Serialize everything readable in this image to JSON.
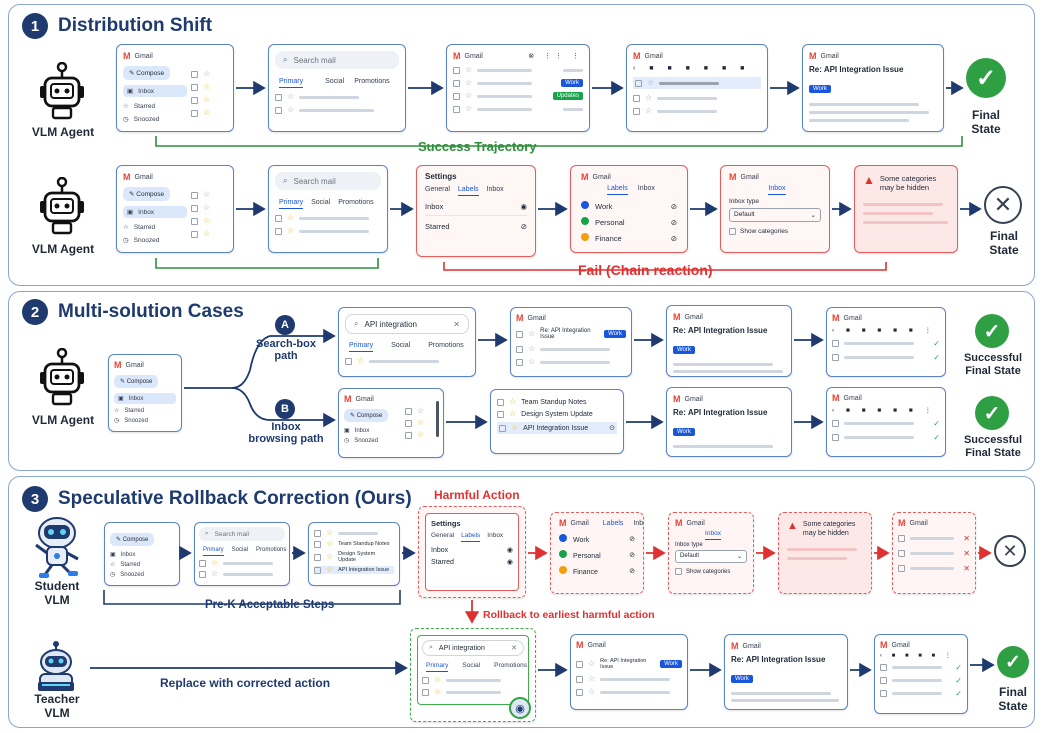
{
  "sections": [
    {
      "num": "1",
      "title": "Distribution Shift"
    },
    {
      "num": "2",
      "title": "Multi-solution Cases"
    },
    {
      "num": "3",
      "title": "Speculative Rollback Correction (Ours)"
    }
  ],
  "agents": {
    "vlm": "VLM Agent",
    "student": "Student VLM",
    "teacher": "Teacher VLM"
  },
  "gmail": {
    "brand": "Gmail",
    "compose": "Compose",
    "inbox": "Inbox",
    "starred": "Starred",
    "snoozed": "Snoozed",
    "search_placeholder": "Search mail",
    "tabs": [
      "Primary",
      "Social",
      "Promotions"
    ],
    "tag_work": "Work",
    "tag_updates": "Updates",
    "email_subject": "Re: API Integration Issue",
    "list_subject": "Re: API Integration Issue",
    "search_query": "API integration"
  },
  "settings": {
    "title": "Settings",
    "tabs": [
      "General",
      "Labels",
      "Inbox"
    ],
    "rows": [
      "Inbox",
      "Starred"
    ]
  },
  "labels_card": {
    "tabs": [
      "Labels",
      "Inbox"
    ],
    "items": [
      "Work",
      "Personal",
      "Finance"
    ],
    "colors": [
      "#1a56db",
      "#16a34a",
      "#f59e0b"
    ]
  },
  "inbox_card": {
    "tab": "Inbox",
    "type_label": "Inbox type",
    "select": "Default",
    "checkbox": "Show categories"
  },
  "warning": {
    "text": "Some categories may be hidden"
  },
  "mail_list": [
    "Team Standup Notes",
    "Design System Update",
    "API Integration Issue"
  ],
  "section1": {
    "success_label": "Success Trajectory",
    "fail_label": "Fail (Chain reaction)",
    "final_state": "Final State"
  },
  "section2": {
    "path_a_letter": "A",
    "path_a": "Search-box path",
    "path_b_letter": "B",
    "path_b": "Inbox browsing path",
    "success": "Successful Final State"
  },
  "section3": {
    "harmful": "Harmful Action",
    "prek": "Pre-K Acceptable Steps",
    "rollback": "Rollback to earliest harmful action",
    "replace": "Replace with corrected action",
    "final_state": "Final State"
  },
  "colors": {
    "navy": "#1e3a6e",
    "blue_border": "#5b84c4",
    "green": "#2ea043",
    "red": "#e03131",
    "gmail_red": "#ea4335"
  }
}
